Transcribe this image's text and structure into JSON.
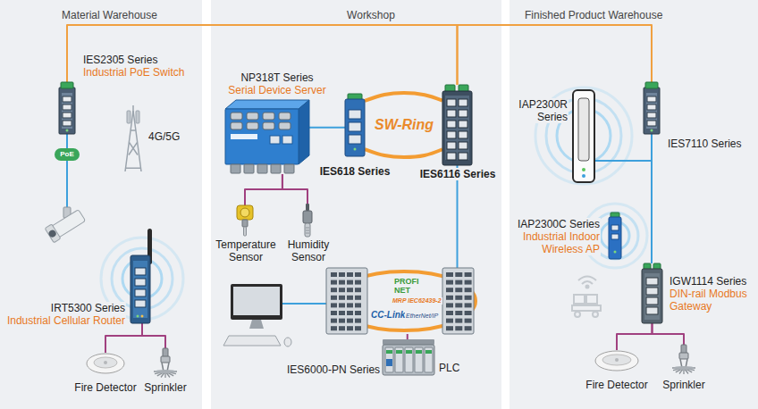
{
  "diagram": {
    "nodes": [
      {
        "text": [
          "Material Warehouse"
        ]
      },
      {
        "text": [
          "IES2305 Series",
          "Industrial PoE Switch"
        ],
        "in": 0
      },
      {
        "text": [
          "PoE"
        ],
        "in": 0
      },
      {
        "text": [
          "4G/5G"
        ],
        "in": 0
      },
      {
        "text": [
          "IRT5300 Series",
          "Industrial Cellular Router"
        ],
        "in": 0
      },
      {
        "text": [
          "Fire Detector"
        ],
        "in": 0
      },
      {
        "text": [
          "Sprinkler"
        ],
        "in": 0
      },
      {
        "text": [
          "Workshop"
        ]
      },
      {
        "text": [
          "NP318T Series",
          "Serial Device Server"
        ],
        "in": 7
      },
      {
        "text": [
          "IES618 Series"
        ],
        "in": 7
      },
      {
        "text": [
          "IES6116 Series"
        ],
        "in": 7
      },
      {
        "text": [
          "Temperature Sensor"
        ],
        "in": 7
      },
      {
        "text": [
          "Humidity Sensor"
        ],
        "in": 7
      },
      {
        "text": [
          "IES6000-PN Series"
        ],
        "in": 7
      },
      {
        "text": [
          "PLC"
        ],
        "in": 7
      },
      {
        "text": [
          "Finished Product Warehouse"
        ]
      },
      {
        "text": [
          "IAP2300R Series"
        ],
        "in": 15
      },
      {
        "text": [
          "IES7110 Series"
        ],
        "in": 15
      },
      {
        "text": [
          "IAP2300C Series",
          "Industrial Indoor Wireless AP"
        ],
        "in": 15
      },
      {
        "text": [
          "IGW1114 Series",
          "DIN-rail Modbus Gateway"
        ],
        "in": 15
      },
      {
        "text": [
          "Fire Detector"
        ],
        "in": 15
      },
      {
        "text": [
          "Sprinkler"
        ],
        "in": 15
      }
    ],
    "edges": [
      {
        "from": 1,
        "to": 10,
        "arrow": "none"
      },
      {
        "from": 10,
        "to": 17,
        "arrow": "none"
      },
      {
        "from": 1,
        "to": 2,
        "arrow": "none"
      },
      {
        "from": 4,
        "to": 5,
        "arrow": "none"
      },
      {
        "from": 4,
        "to": 6,
        "arrow": "none"
      },
      {
        "from": 8,
        "to": 9,
        "arrow": "none"
      },
      {
        "from": 8,
        "to": 11,
        "arrow": "none"
      },
      {
        "from": 8,
        "to": 12,
        "arrow": "none"
      },
      {
        "from": 9,
        "to": 10,
        "arrow": "none"
      },
      {
        "from": 9,
        "to": 10,
        "arrow": "none"
      },
      {
        "from": 10,
        "to": 13,
        "arrow": "none"
      },
      {
        "from": 13,
        "to": 14,
        "arrow": "none"
      },
      {
        "from": 17,
        "to": 16,
        "arrow": "none"
      },
      {
        "from": 17,
        "to": 19,
        "arrow": "none"
      },
      {
        "from": 19,
        "to": 20,
        "arrow": "none"
      },
      {
        "from": 19,
        "to": 21,
        "arrow": "none"
      }
    ],
    "labels": [
      "SW-Ring",
      "PROFI NET",
      "MRP IEC62439-2",
      "CC-Link",
      "EtherNet/IP"
    ]
  }
}
